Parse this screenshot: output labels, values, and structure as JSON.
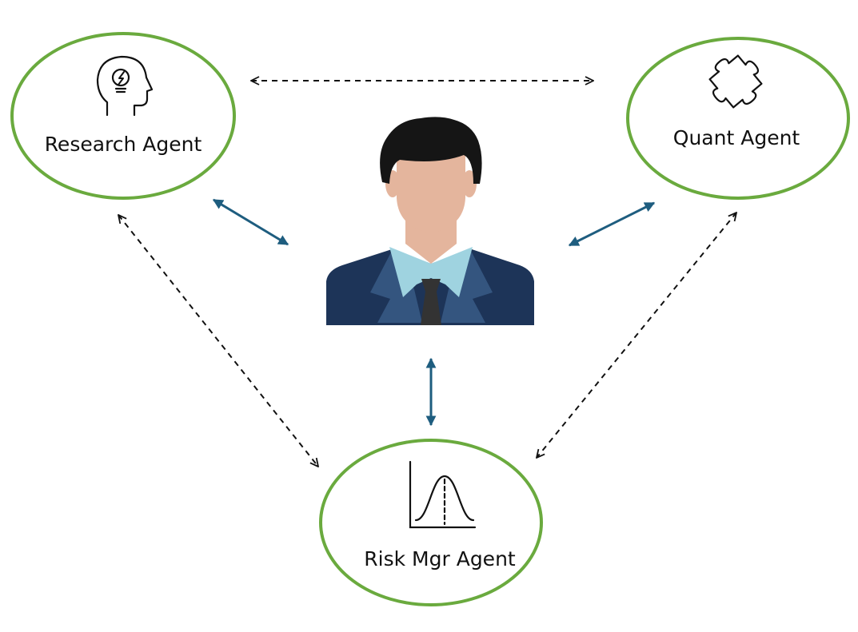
{
  "colors": {
    "node_border": "#6aaa3e",
    "human_link": "#1e5d7f",
    "agent_link": "#111111",
    "hair": "#151515",
    "skin": "#e4b59d",
    "suit": "#1d3458",
    "lapel": "#34557f",
    "shirt": "#9fd3e0",
    "tie": "#333333"
  },
  "center": {
    "icon": "business-person-icon"
  },
  "nodes": [
    {
      "id": "research",
      "label": "Research Agent",
      "icon": "lightbulb-head-icon"
    },
    {
      "id": "quant",
      "label": "Quant Agent",
      "icon": "puzzle-piece-icon"
    },
    {
      "id": "risk",
      "label": "Risk Mgr Agent",
      "icon": "bell-curve-icon"
    }
  ],
  "links": [
    {
      "from": "research",
      "to": "quant",
      "style": "dashed"
    },
    {
      "from": "research",
      "to": "risk",
      "style": "dashed"
    },
    {
      "from": "quant",
      "to": "risk",
      "style": "dashed"
    },
    {
      "from": "research",
      "to": "human",
      "style": "solid"
    },
    {
      "from": "quant",
      "to": "human",
      "style": "solid"
    },
    {
      "from": "risk",
      "to": "human",
      "style": "solid"
    }
  ]
}
